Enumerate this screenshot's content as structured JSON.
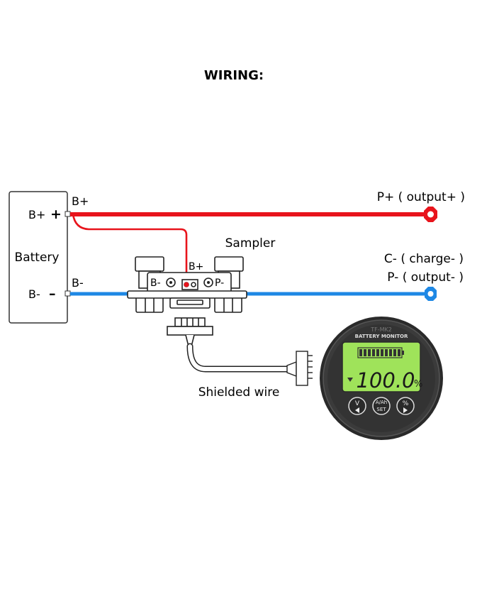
{
  "title": "WIRING:",
  "battery": {
    "name": "Battery",
    "pos_label": "B+",
    "neg_label": "B-",
    "plus_symbol": "+",
    "minus_symbol": "–"
  },
  "wire_labels": {
    "b_plus": "B+",
    "b_minus": "B-",
    "p_plus_output": "P+ ( output+ )",
    "c_minus_charge": "C- ( charge- )",
    "p_minus_output": "P- ( output- )",
    "shielded_wire": "Shielded wire"
  },
  "sampler": {
    "name": "Sampler",
    "b_minus": "B-",
    "b_plus": "B+",
    "p_minus": "P-"
  },
  "monitor": {
    "model": "TF-MK2",
    "header": "BATTERY MONITOR",
    "reading": "100.0",
    "unit": "%",
    "battery_level": 1.0,
    "buttons": {
      "v_label": "V",
      "aah_label": "A/Ah",
      "set_label": "SET",
      "pct_label": "%"
    }
  },
  "colors": {
    "positive_wire": "#e8141c",
    "negative_wire": "#1e88e5",
    "lcd_green": "#9fe35a",
    "lcd_green_dark": "#78c83a",
    "monitor_bezel": "#3b3b3b"
  }
}
